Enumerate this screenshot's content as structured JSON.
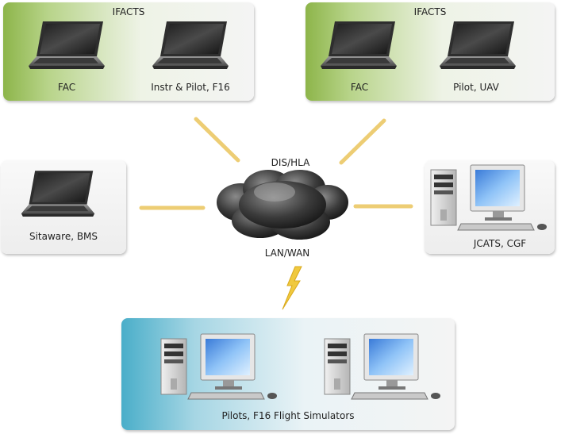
{
  "top_left": {
    "title": "IFACTS",
    "left_label": "FAC",
    "right_label": "Instr & Pilot, F16"
  },
  "top_right": {
    "title": "IFACTS",
    "left_label": "FAC",
    "right_label": "Pilot, UAV"
  },
  "middle_left": {
    "label": "Sitaware, BMS"
  },
  "middle_right": {
    "label": "JCATS, CGF"
  },
  "cloud": {
    "top_label": "DIS/HLA",
    "bottom_label": "LAN/WAN"
  },
  "bottom": {
    "label": "Pilots, F16 Flight Simulators"
  }
}
